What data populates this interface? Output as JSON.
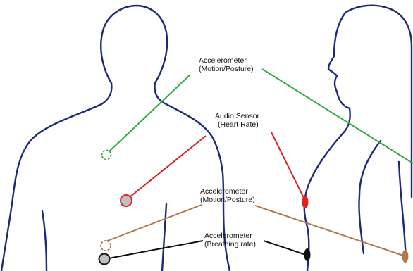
{
  "labels": {
    "accel_motion_upper": {
      "line1": "Accelerometer",
      "line2": "(Motion/Posture)"
    },
    "audio_sensor": {
      "line1": "Audio Sensor",
      "line2": "(Heart Rate)"
    },
    "accel_motion_lower": {
      "line1": "Accelerometer",
      "line2": "(Motion/Posture)"
    },
    "accel_breathing": {
      "line1": "Accelerometer",
      "line2": "(Breathing rate)"
    }
  },
  "colors": {
    "body_outline": "#1e2a78",
    "accel_motion_upper": "#33aa44",
    "audio_sensor": "#dd2222",
    "accel_motion_lower": "#b07a50",
    "accel_breathing": "#111111",
    "front_sensor_fill": "#c0c0c0"
  }
}
